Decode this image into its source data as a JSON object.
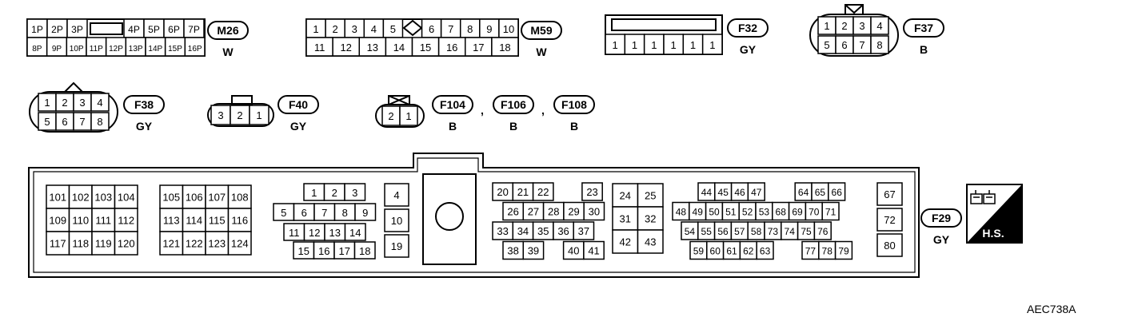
{
  "figure_id": "AEC738A",
  "connectors": {
    "m26": {
      "code": "M26",
      "color": "W",
      "row1": [
        "1P",
        "2P",
        "3P",
        "",
        "4P",
        "5P",
        "6P",
        "7P"
      ],
      "row2": [
        "8P",
        "9P",
        "10P",
        "11P",
        "12P",
        "13P",
        "14P",
        "15P",
        "16P"
      ]
    },
    "m59": {
      "code": "M59",
      "color": "W",
      "row1": [
        "1",
        "2",
        "3",
        "4",
        "5",
        "",
        "6",
        "7",
        "8",
        "9",
        "10"
      ],
      "row2": [
        "11",
        "12",
        "13",
        "14",
        "15",
        "16",
        "17",
        "18"
      ]
    },
    "f32": {
      "code": "F32",
      "color": "GY",
      "row": [
        "1",
        "1",
        "1",
        "1",
        "1",
        "1"
      ]
    },
    "f37": {
      "code": "F37",
      "color": "B",
      "row1": [
        "1",
        "2",
        "3",
        "4"
      ],
      "row2": [
        "5",
        "6",
        "7",
        "8"
      ]
    },
    "f38": {
      "code": "F38",
      "color": "GY",
      "row1": [
        "1",
        "2",
        "3",
        "4"
      ],
      "row2": [
        "5",
        "6",
        "7",
        "8"
      ]
    },
    "f40": {
      "code": "F40",
      "color": "GY",
      "row": [
        "3",
        "2",
        "1"
      ]
    },
    "f104_group": {
      "row": [
        "2",
        "1"
      ],
      "codes": [
        "F104",
        "F106",
        "F108"
      ],
      "colors": [
        "B",
        "B",
        "B"
      ],
      "separator": ","
    },
    "f29": {
      "code": "F29",
      "color": "GY",
      "blockA": [
        [
          "101",
          "102",
          "103",
          "104"
        ],
        [
          "109",
          "110",
          "111",
          "112"
        ],
        [
          "117",
          "118",
          "119",
          "120"
        ]
      ],
      "blockB": [
        [
          "105",
          "106",
          "107",
          "108"
        ],
        [
          "113",
          "114",
          "115",
          "116"
        ],
        [
          "121",
          "122",
          "123",
          "124"
        ]
      ],
      "blockC": [
        [
          "1",
          "2",
          "3"
        ],
        [
          "5",
          "6",
          "7",
          "8",
          "9"
        ],
        [
          "11",
          "12",
          "13",
          "14"
        ],
        [
          "15",
          "16",
          "17",
          "18"
        ]
      ],
      "blockD": [
        "4",
        "10",
        "19"
      ],
      "blockE": [
        [
          "20",
          "21",
          "22",
          "23"
        ],
        [
          "26",
          "27",
          "28",
          "29",
          "30"
        ],
        [
          "33",
          "34",
          "35",
          "36",
          "37"
        ],
        [
          "38",
          "39",
          "40",
          "41"
        ]
      ],
      "blockF": [
        [
          "24",
          "25"
        ],
        [
          "31",
          "32"
        ],
        [
          "42",
          "43"
        ]
      ],
      "blockG": [
        [
          "44",
          "45",
          "46",
          "47",
          "64",
          "65",
          "66"
        ],
        [
          "48",
          "49",
          "50",
          "51",
          "52",
          "53",
          "68",
          "69",
          "70",
          "71"
        ],
        [
          "54",
          "55",
          "56",
          "57",
          "58",
          "73",
          "74",
          "75",
          "76"
        ],
        [
          "59",
          "60",
          "61",
          "62",
          "63",
          "77",
          "78",
          "79"
        ]
      ],
      "blockH": [
        "67",
        "72",
        "80"
      ]
    }
  },
  "hs_badge": {
    "text": "H.S."
  }
}
